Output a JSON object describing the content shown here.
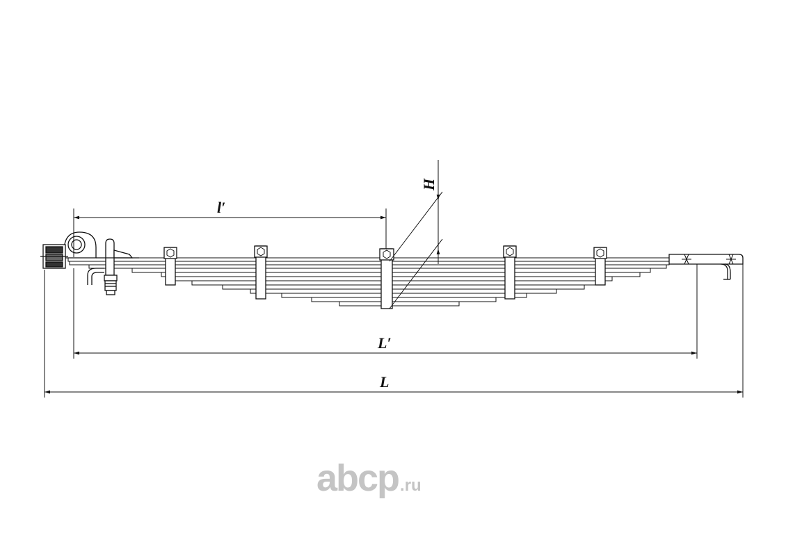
{
  "drawing": {
    "labels": {
      "H": "H",
      "l_prime": "l′",
      "L_prime": "L′",
      "L": "L"
    },
    "stroke_color": "#111111",
    "fill_color": "#ffffff"
  },
  "watermark": {
    "brand": "abcp",
    "tld": ".ru",
    "color": "#c4c4c4"
  }
}
